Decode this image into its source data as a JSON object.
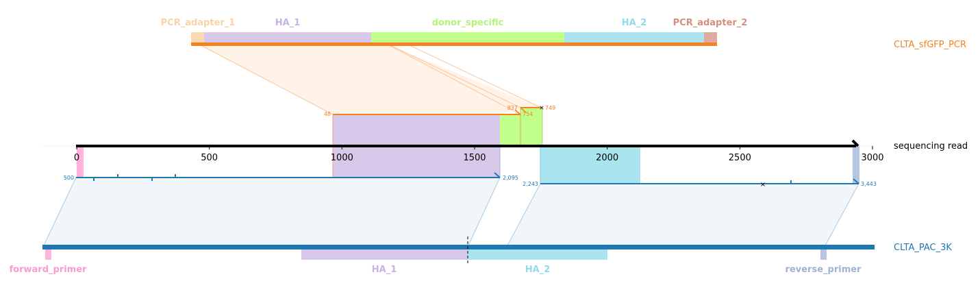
{
  "colors": {
    "pcr_adapter_1": "#fbd9b0",
    "ha_1": "#cdb7e3",
    "donor_specific": "#c0ff8a",
    "ha_2": "#a9e4ef",
    "pcr_adapter_2": "#dfaaa0",
    "orange": "#f5821f",
    "blue": "#1f77b4",
    "light_blue_fill": "#e8f2f8",
    "light_orange_fill": "#fff2e6",
    "forward_primer": "#ffb3dd",
    "reverse_primer": "#b6c6e2",
    "black": "#000000",
    "label_forward_primer": "#f79ccd",
    "label_reverse_primer": "#9fb2d6",
    "label_pcr_adapter_1": "#f8d3a8",
    "label_ha_1": "#c6b2e3",
    "label_donor_specific": "#b6f27a",
    "label_ha_2": "#8fdbea",
    "label_pcr_adapter_2": "#d38f7e"
  },
  "top_molecule": {
    "name": "CLTA_sfGFP_PCR",
    "features": [
      {
        "label": "PCR_adapter_1",
        "key": "pcr_adapter_1"
      },
      {
        "label": "HA_1",
        "key": "ha_1"
      },
      {
        "label": "donor_specific",
        "key": "donor_specific"
      },
      {
        "label": "HA_2",
        "key": "ha_2"
      },
      {
        "label": "PCR_adapter_2",
        "key": "pcr_adapter_2"
      }
    ]
  },
  "read": {
    "name": "sequencing read",
    "axis_ticks": [
      "0",
      "500",
      "1000",
      "1500",
      "2000",
      "2500",
      "3000"
    ]
  },
  "top_alignment": {
    "start_label": "48",
    "mid_label_1": "837",
    "mid_label_2": "754",
    "end_label": "749"
  },
  "bottom_alignments": [
    {
      "start_label": "500",
      "end_label": "2,095"
    },
    {
      "start_label": "2,243",
      "end_label": "3,443"
    }
  ],
  "bottom_molecule": {
    "name": "CLTA_PAC_3K",
    "features": [
      {
        "label": "forward_primer",
        "key": "label_forward_primer"
      },
      {
        "label": "HA_1",
        "key": "label_ha_1"
      },
      {
        "label": "HA_2",
        "key": "label_ha_2"
      },
      {
        "label": "reverse_primer",
        "key": "label_reverse_primer"
      }
    ]
  }
}
